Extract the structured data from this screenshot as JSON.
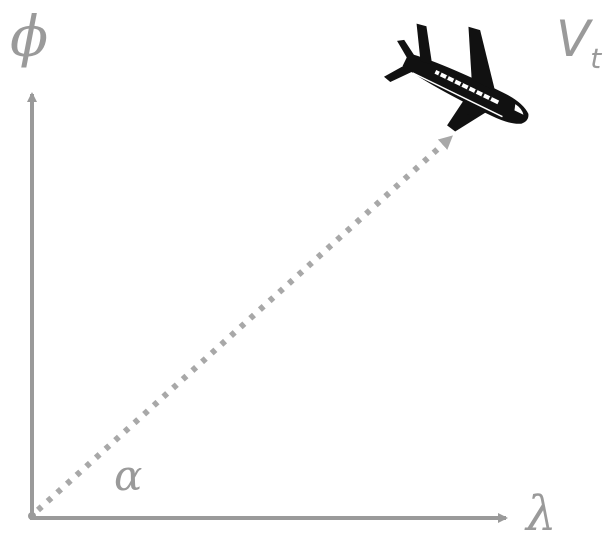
{
  "labels": {
    "y_axis": "ϕ",
    "x_axis": "λ",
    "angle": "α",
    "velocity_main": "V",
    "velocity_sub": "t"
  },
  "colors": {
    "axis": "#9a9a9a",
    "path": "#a8a8a8",
    "aircraft": "#111111"
  },
  "icons": {
    "aircraft": "airplane-icon"
  }
}
